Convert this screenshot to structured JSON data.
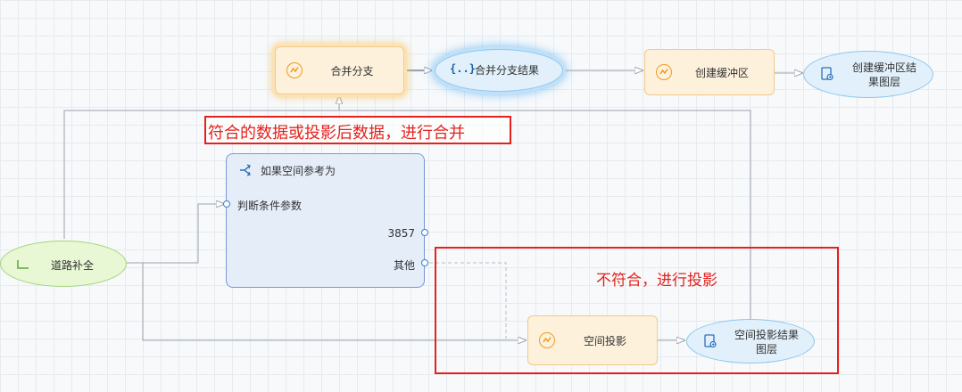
{
  "nodes": {
    "merge_branch": "合并分支",
    "merge_result": "合并分支结果",
    "create_buffer": "创建缓冲区",
    "buffer_result_line1": "创建缓冲区结",
    "buffer_result_line2": "果图层",
    "road_complete": "道路补全",
    "condition_title": "如果空间参考为",
    "condition_param": "判断条件参数",
    "branch_3857": "3857",
    "branch_other": "其他",
    "projection": "空间投影",
    "projection_result_line1": "空间投影结果",
    "projection_result_line2": "图层"
  },
  "annotations": {
    "merge_note": "符合的数据或投影后数据，进行合并",
    "project_note": "不符合，进行投影"
  },
  "icons": {
    "operator": "chart-line-icon",
    "result_data": "layer-icon",
    "merge_data": "braces-icon",
    "condition": "branch-icon",
    "start": "corner-step-icon"
  },
  "colors": {
    "annotation_red": "#e5211d",
    "operator_border": "#f2c98a",
    "data_border": "#8fc6ec",
    "condition_border": "#7898db"
  }
}
